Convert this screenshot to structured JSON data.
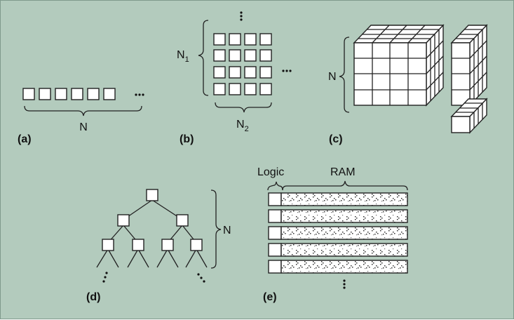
{
  "panels": {
    "a": {
      "label": "(a)",
      "dim_label": "N"
    },
    "b": {
      "label": "(b)",
      "row_label_main": "N",
      "row_label_sub": "1",
      "col_label_main": "N",
      "col_label_sub": "2"
    },
    "c": {
      "label": "(c)",
      "dim_label": "N"
    },
    "d": {
      "label": "(d)",
      "depth_label": "N"
    },
    "e": {
      "label": "(e)",
      "logic_label": "Logic",
      "ram_label": "RAM"
    }
  },
  "colors": {
    "background": "#b3cbbd",
    "box_fill": "#ffffff",
    "stroke": "#222222"
  }
}
